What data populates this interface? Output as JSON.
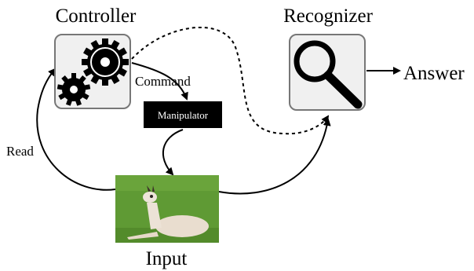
{
  "nodes": {
    "controller": {
      "label": "Controller",
      "icon": "gears-icon"
    },
    "recognizer": {
      "label": "Recognizer",
      "icon": "magnifier-icon"
    },
    "manipulator": {
      "label": "Manipulator"
    },
    "input": {
      "label": "Input",
      "image": "llama-photo"
    },
    "answer": {
      "label": "Answer"
    }
  },
  "edges": {
    "command": {
      "label": "Command"
    },
    "read": {
      "label": "Read"
    }
  },
  "colors": {
    "stroke": "#000000",
    "box_fill": "#f0f0f0",
    "box_stroke": "#777777",
    "manipulator_fill": "#000000",
    "grass": "#5f9a34",
    "llama": "#e9ddcf"
  }
}
